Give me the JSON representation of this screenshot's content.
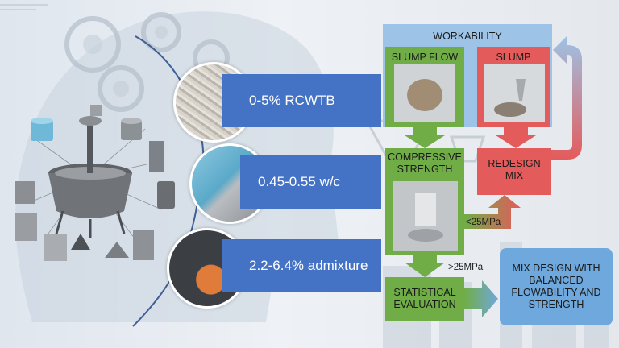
{
  "colors": {
    "blue": "#4472c4",
    "light_blue": "#9dc3e6",
    "green": "#70ad47",
    "red": "#e45b5b",
    "output_box": "#6fa8dc"
  },
  "inputs": [
    {
      "label": "0-5% RCWTB",
      "icon": "recycled-wind-turbine-blade-fibers-image"
    },
    {
      "label": "0.45-0.55 w/c",
      "icon": "water-surface-image"
    },
    {
      "label": "2.2-6.4% admixture",
      "icon": "chemistry-flask-image"
    }
  ],
  "workability": {
    "title": "WORKABILITY"
  },
  "slump_flow": {
    "title": "SLUMP FLOW"
  },
  "slump": {
    "title": "SLUMP"
  },
  "compressive": {
    "line1": "COMPRESSIVE",
    "line2": "STRENGTH"
  },
  "redesign": {
    "line1": "REDESIGN",
    "line2": "MIX"
  },
  "thresholds": {
    "low": "<25MPa",
    "high": ">25MPa"
  },
  "statistical": {
    "line1": "STATISTICAL",
    "line2": "EVALUATION"
  },
  "output": {
    "line1": "MIX DESIGN WITH",
    "line2": "BALANCED",
    "line3": "FLOWABILITY AND",
    "line4": "STRENGTH"
  }
}
